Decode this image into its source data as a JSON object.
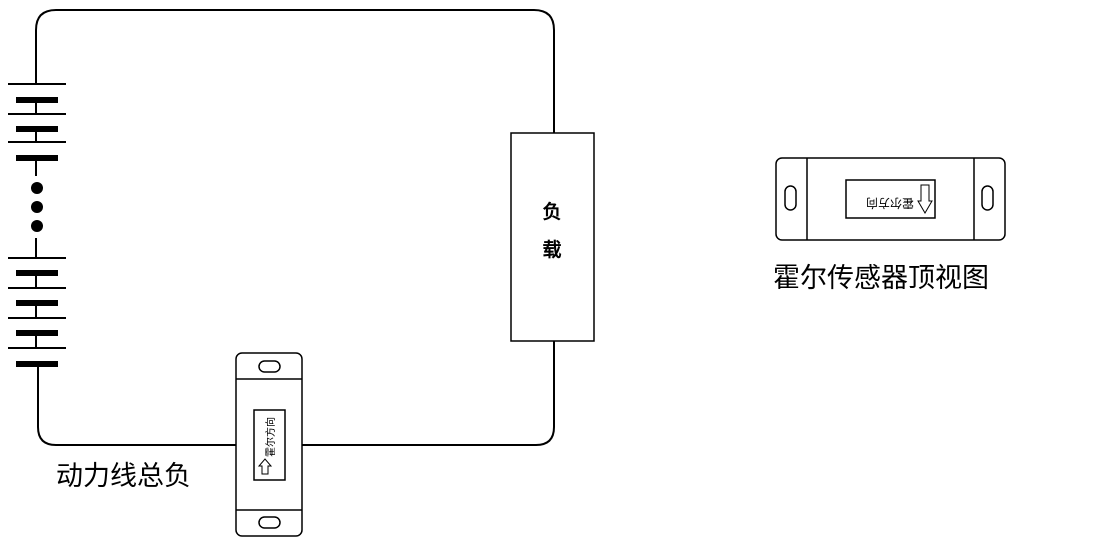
{
  "load_label_top": "负",
  "load_label_bottom": "载",
  "sensor_top_view_caption": "霍尔传感器顶视图",
  "sensor_arrow_text": "霍尔方向",
  "wire_caption": "动力线总负",
  "colors": {
    "line": "#000000",
    "background": "#ffffff"
  }
}
